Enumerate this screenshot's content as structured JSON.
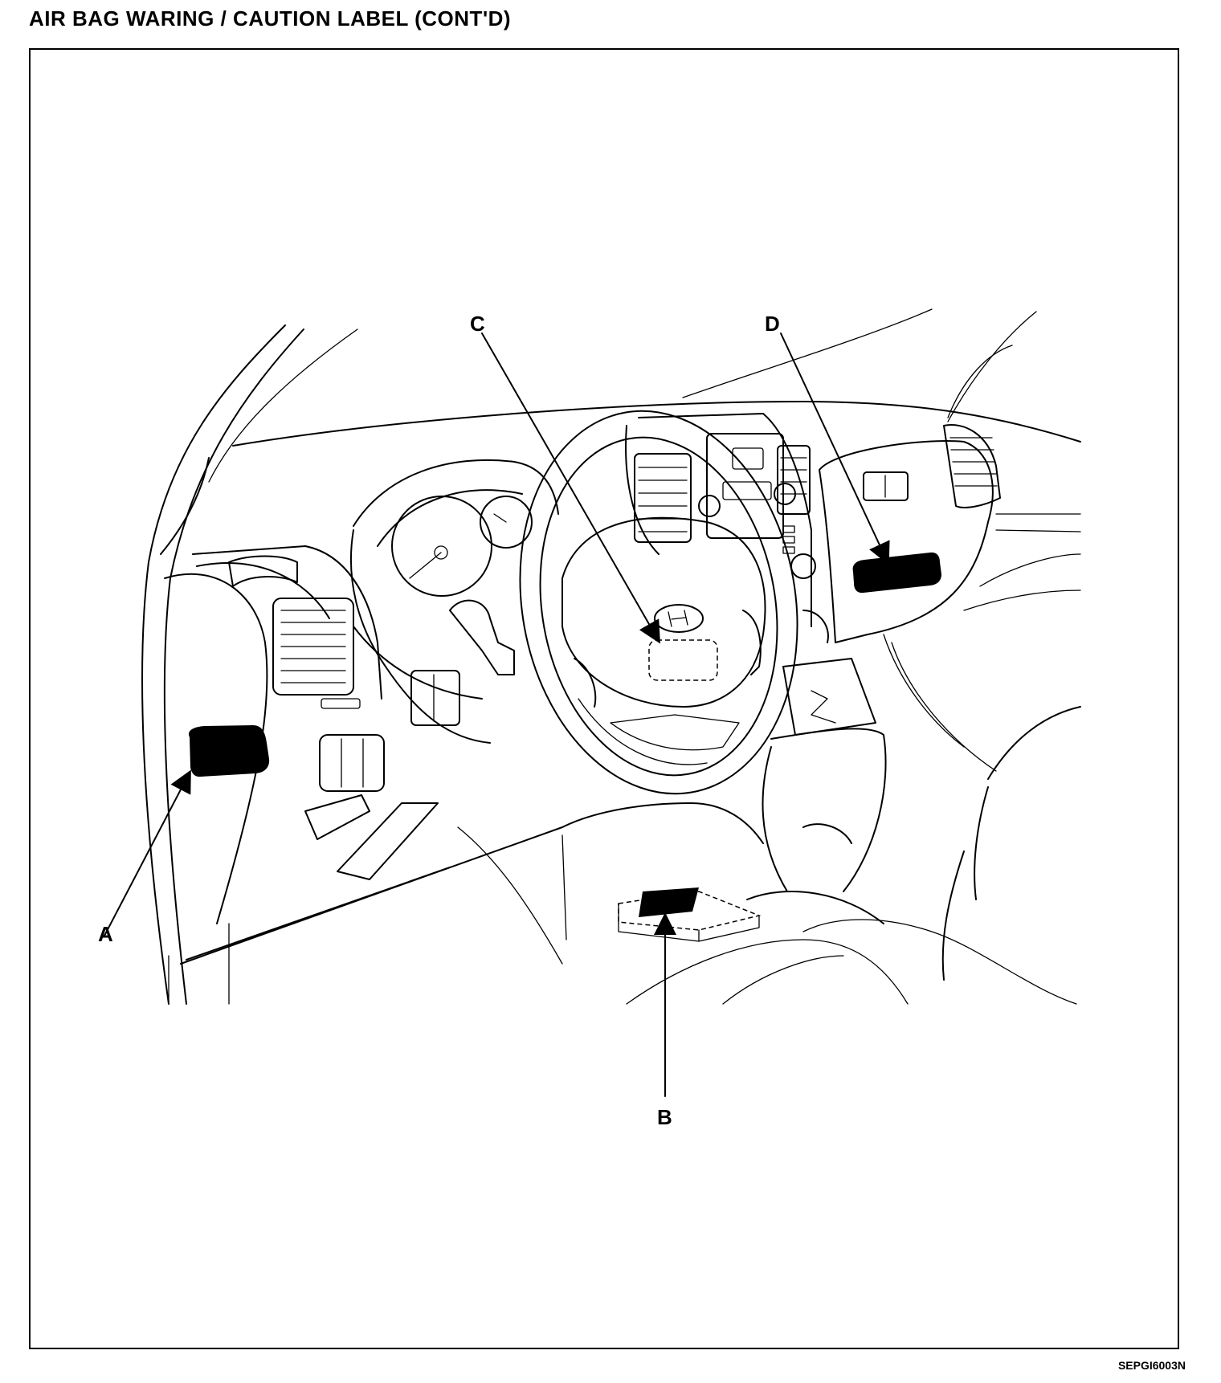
{
  "header": {
    "title": "AIR BAG WARING / CAUTION LABEL (CONT'D)"
  },
  "figure": {
    "code": "SEPGI6003N"
  },
  "callouts": [
    {
      "id": "A",
      "text": "A"
    },
    {
      "id": "B",
      "text": "B"
    },
    {
      "id": "C",
      "text": "C"
    },
    {
      "id": "D",
      "text": "D"
    }
  ]
}
